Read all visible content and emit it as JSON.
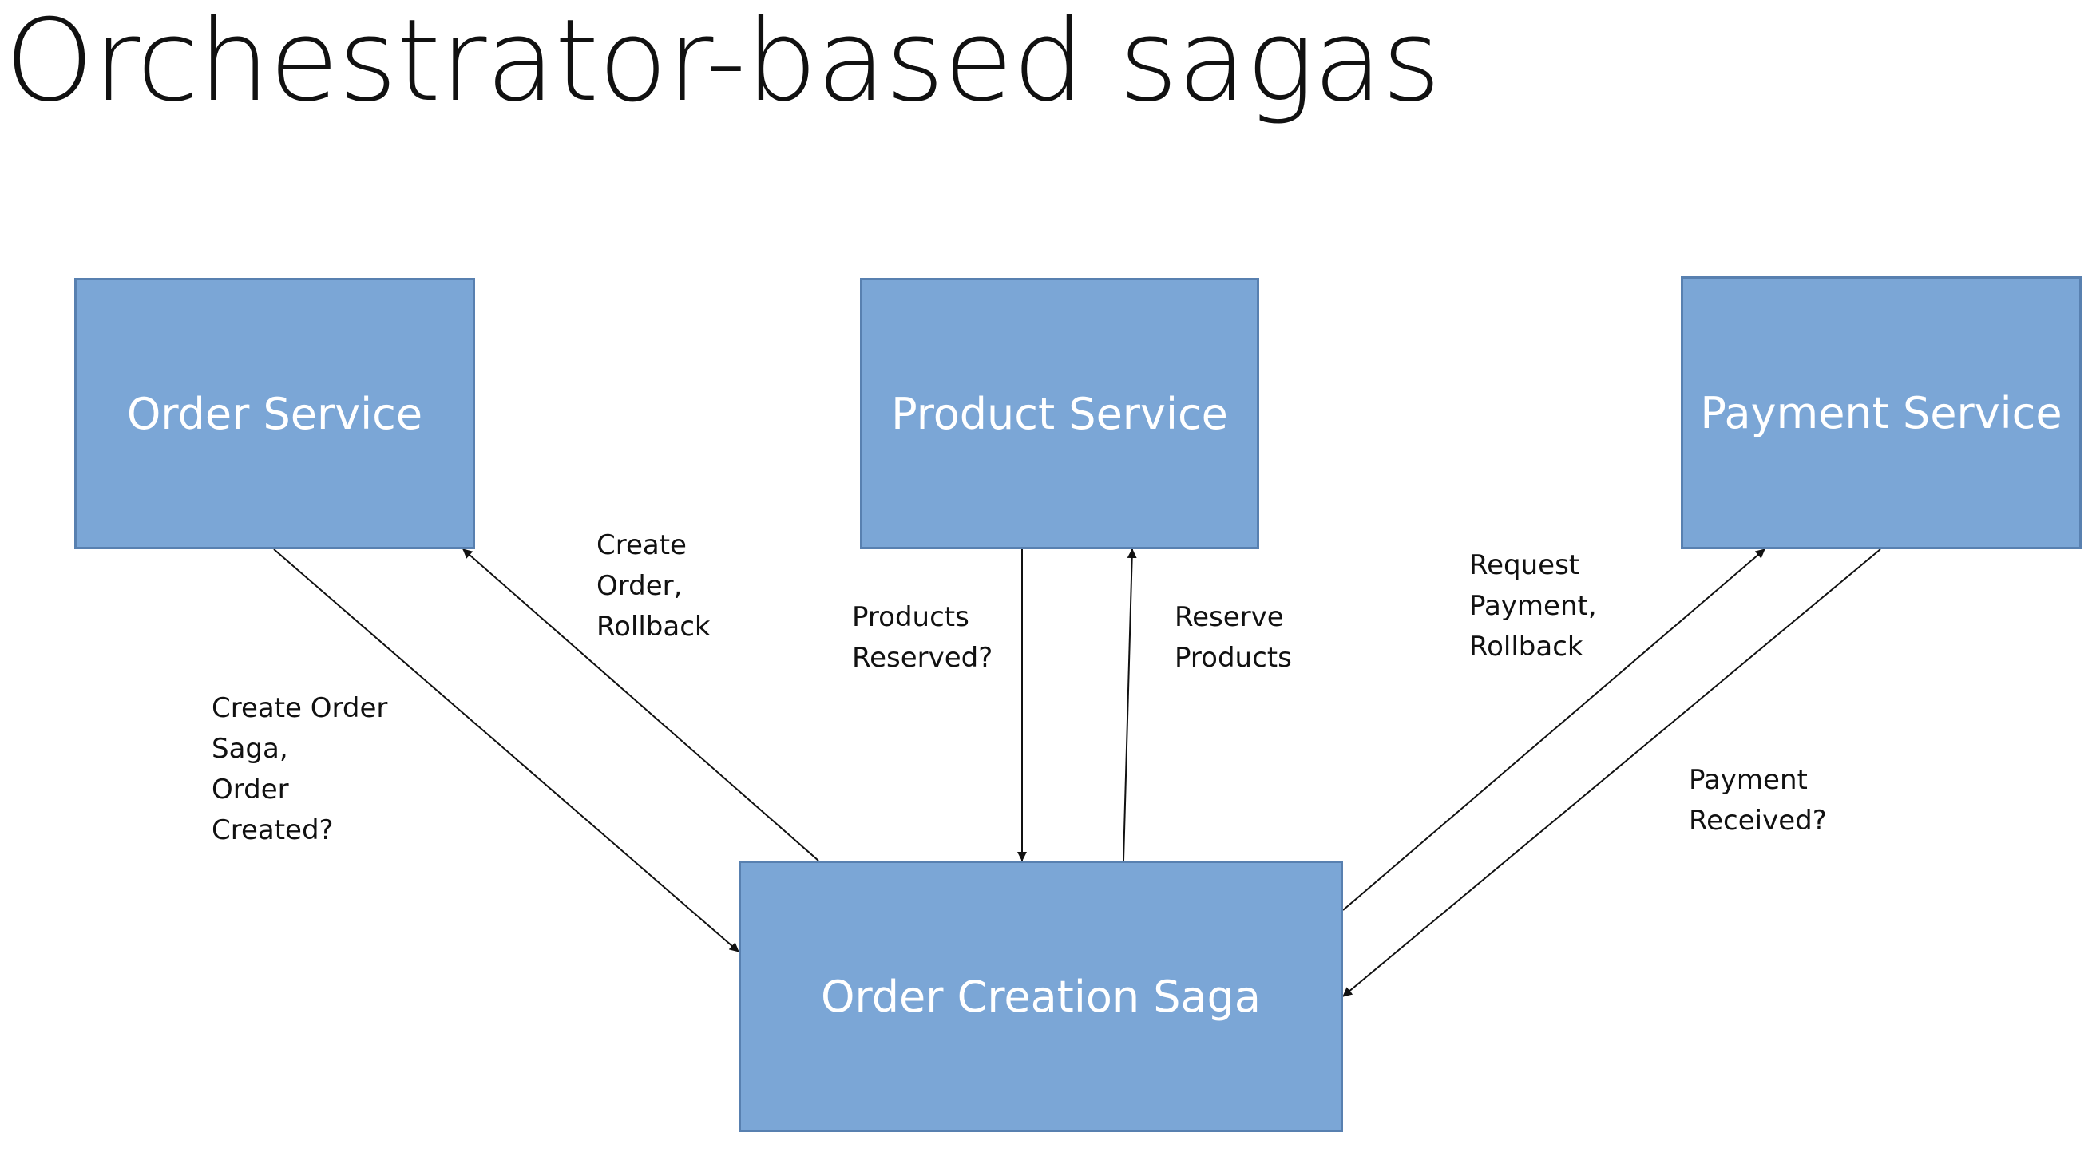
{
  "title": "Orchestrator-based sagas",
  "nodes": {
    "order_service": "Order Service",
    "product_service": "Product Service",
    "payment_service": "Payment Service",
    "saga": "Order Creation Saga"
  },
  "edges": {
    "create_order_saga": "Create Order\nSaga,\nOrder\nCreated?",
    "create_order_rollback": "Create\nOrder,\nRollback",
    "products_reserved": "Products\nReserved?",
    "reserve_products": "Reserve\nProducts",
    "request_payment": "Request\nPayment,\nRollback",
    "payment_received": "Payment\nReceived?"
  },
  "colors": {
    "box_fill": "#7ba6d6",
    "box_border": "#5880b0",
    "arrow": "#111111"
  }
}
